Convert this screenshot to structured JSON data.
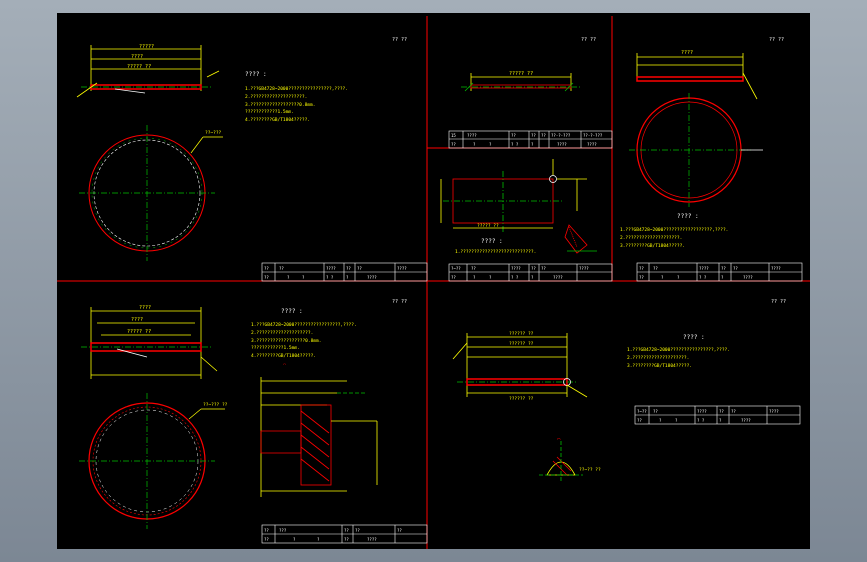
{
  "colors": {
    "border": "#ff0000",
    "line": "#ffffff",
    "dim": "#ffff00",
    "center": "#00c000",
    "text": "#ffff00",
    "part": "#ff0000"
  },
  "panel_a": {
    "corner": "?? ??",
    "dims": [
      "?????",
      "????",
      "????? ??"
    ],
    "note_title": "???? :",
    "notes": [
      "1.???GB4728~2000????????????????,????.",
      "2.????????????????????.",
      "3.??????????????????0.8mm.",
      "  ????????????1.5mm.",
      "4.????????GB/T1804?????."
    ],
    "callout": "??~???",
    "tb_row1": [
      "??",
      "??",
      "????",
      "??",
      "??",
      "????"
    ],
    "tb_row2": [
      "??",
      "?",
      "?",
      "? ?",
      "?",
      "????"
    ]
  },
  "panel_b": {
    "corner": "?? ??",
    "dim": "????? ??",
    "tb_row1": [
      "15",
      "????",
      "??",
      "??",
      "??",
      "??-?-???",
      "??-?-???"
    ],
    "tb_row2": [
      "??",
      "?",
      "?",
      "? ?",
      "?",
      "????",
      "????"
    ]
  },
  "panel_c": {
    "dim": "????? ??",
    "note_title": "???? :",
    "notes": [
      "1.???????????????????????????."
    ],
    "tb_row1": [
      "?~??",
      "??",
      "????",
      "??",
      "??",
      "????"
    ],
    "tb_row2": [
      "??",
      "?",
      "?",
      "? ?",
      "?",
      "????"
    ]
  },
  "panel_d": {
    "corner": "?? ??",
    "dim": "????",
    "note_title": "???? :",
    "notes": [
      "1.???GB4728~2000??????????????????,????.",
      "2.????????????????????.",
      "3.????????GB/T1804?????."
    ],
    "tb_row1": [
      "??",
      "??",
      "????",
      "??",
      "??",
      "????"
    ],
    "tb_row2": [
      "??",
      "?",
      "?",
      "? ?",
      "?",
      "????"
    ]
  },
  "panel_e": {
    "corner": "?? ??",
    "dims": [
      "????",
      "????",
      "????? ??"
    ],
    "note_title": "???? :",
    "notes": [
      "1.???GB4728~2000?????????????????,????.",
      "2.????????????????????.",
      "3.??????????????????0.8mm.",
      "  ????????????1.5mm.",
      "4.????????GB/T1804?????."
    ],
    "callout": "??~??? ??",
    "tb_row1": [
      "??",
      "???",
      "??",
      "??",
      "??"
    ],
    "tb_row2": [
      "??",
      "?",
      "?",
      "??",
      "????"
    ]
  },
  "panel_f": {
    "corner": "?? ??",
    "dims": [
      "?????? ??",
      "?????? ??",
      "?????? ??"
    ],
    "note_title": "???? :",
    "notes": [
      "1.???GB4728~2000????????????????,????.",
      "2.????????????????????.",
      "3.????????GB/T1804?????."
    ],
    "detail_label": "??~?? ??",
    "tb_row1": [
      "?~??",
      "??",
      "????",
      "??",
      "??",
      "????"
    ],
    "tb_row2": [
      "??",
      "?",
      "?",
      "? ?",
      "?",
      "????"
    ]
  }
}
